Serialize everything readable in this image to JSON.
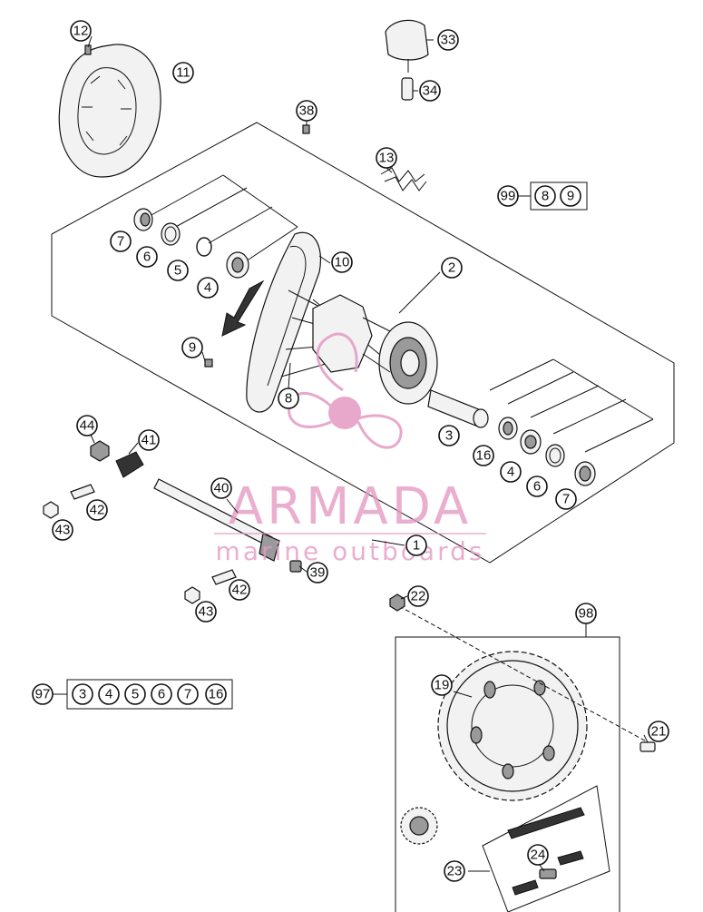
{
  "callouts": {
    "c12": "12",
    "c11": "11",
    "c33": "33",
    "c34": "34",
    "c38": "38",
    "c13": "13",
    "c7a": "7",
    "c6a": "6",
    "c5": "5",
    "c4a": "4",
    "c10": "10",
    "c2": "2",
    "c9": "9",
    "c8": "8",
    "c3": "3",
    "c16": "16",
    "c4b": "4",
    "c6b": "6",
    "c7b": "7",
    "c44": "44",
    "c41": "41",
    "c42a": "42",
    "c43a": "43",
    "c40": "40",
    "c1": "1",
    "c39": "39",
    "c42b": "42",
    "c43b": "43",
    "c22": "22",
    "c98": "98",
    "c19": "19",
    "c21": "21",
    "c23": "23",
    "c24": "24"
  },
  "kits": {
    "kit99": {
      "id": "99",
      "items": [
        "8",
        "9"
      ]
    },
    "kit97": {
      "id": "97",
      "items": [
        "3",
        "4",
        "5",
        "6",
        "7",
        "16"
      ]
    }
  },
  "watermark": {
    "brand": "ARMADA",
    "tagline": "marine outboards",
    "color": "#e59ac4"
  }
}
